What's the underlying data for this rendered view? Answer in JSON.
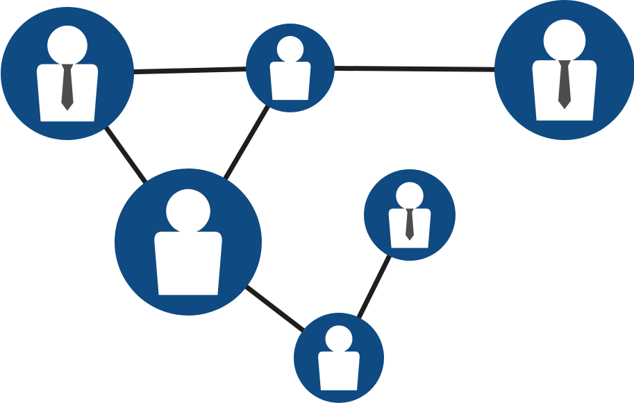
{
  "colors": {
    "background": "#ffffff",
    "node_fill": "#0f4a82",
    "person_fill": "#ffffff",
    "tie_fill": "#4d4d4d",
    "edge_stroke": "#1e1e1e"
  },
  "nodes": [
    {
      "id": "person-top-left",
      "icon": "person-with-tie-icon",
      "has_tie": true
    },
    {
      "id": "person-top-middle",
      "icon": "person-icon",
      "has_tie": false
    },
    {
      "id": "person-top-right",
      "icon": "person-with-tie-icon",
      "has_tie": true
    },
    {
      "id": "person-center-left",
      "icon": "person-icon",
      "has_tie": false
    },
    {
      "id": "person-middle-right",
      "icon": "person-with-tie-icon",
      "has_tie": true
    },
    {
      "id": "person-bottom",
      "icon": "person-icon",
      "has_tie": false
    }
  ],
  "edges": [
    {
      "from": "person-top-left",
      "to": "person-top-middle"
    },
    {
      "from": "person-top-middle",
      "to": "person-top-right"
    },
    {
      "from": "person-top-left",
      "to": "person-center-left"
    },
    {
      "from": "person-top-middle",
      "to": "person-center-left"
    },
    {
      "from": "person-center-left",
      "to": "person-bottom"
    },
    {
      "from": "person-middle-right",
      "to": "person-bottom"
    }
  ]
}
